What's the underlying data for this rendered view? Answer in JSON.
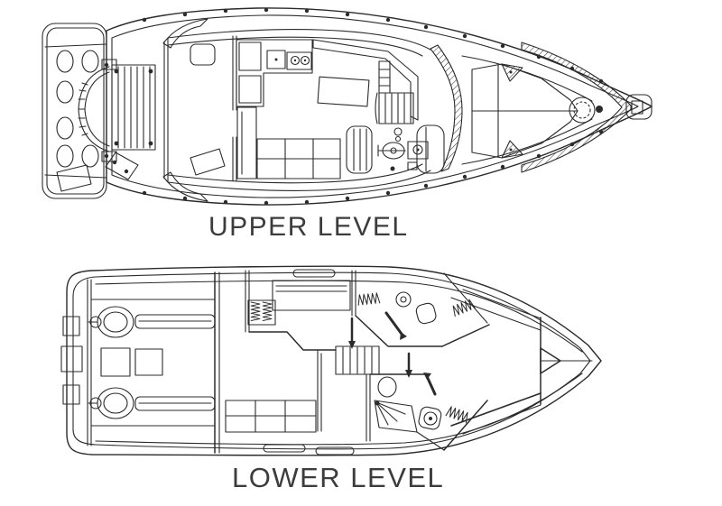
{
  "diagram": {
    "type": "yacht-deck-plan",
    "upper_label": "UPPER LEVEL",
    "lower_label": "LOWER LEVEL",
    "line_color": "#2b2b2b",
    "label_color": "#3c3c3c",
    "background": "#ffffff"
  }
}
